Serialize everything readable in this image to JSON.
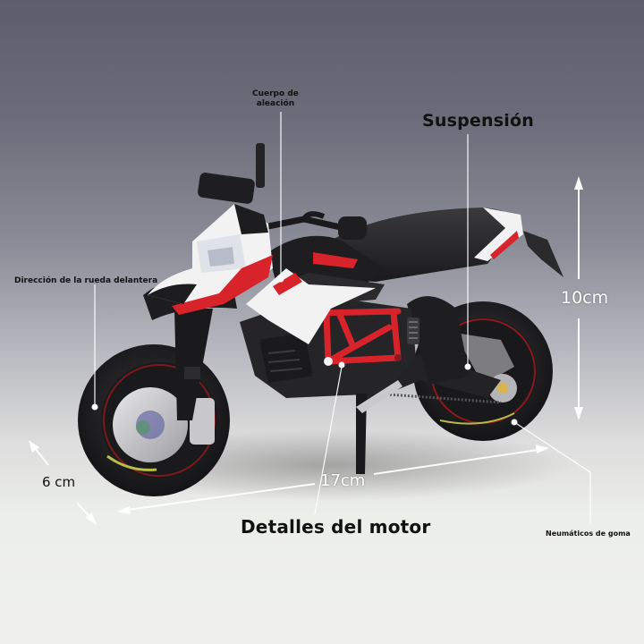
{
  "callouts": {
    "body": "Cuerpo de aleación",
    "body_line1": "Cuerpo de",
    "body_line2": "aleación",
    "suspension": "Suspensión",
    "front_wheel": "Dirección de la rueda delantera",
    "engine": "Detalles del motor",
    "tires": "Neumáticos de goma"
  },
  "dimensions": {
    "height": "10cm",
    "length": "17cm",
    "width": "6 cm"
  },
  "colors": {
    "bg_top": "#5c5e6c",
    "bg_bottom": "#f0f1ed",
    "bike_black": "#1c1c1e",
    "bike_red": "#d8232a",
    "bike_white": "#f2f2f2",
    "annotation_line": "#ffffff",
    "label_text": "#111111"
  }
}
